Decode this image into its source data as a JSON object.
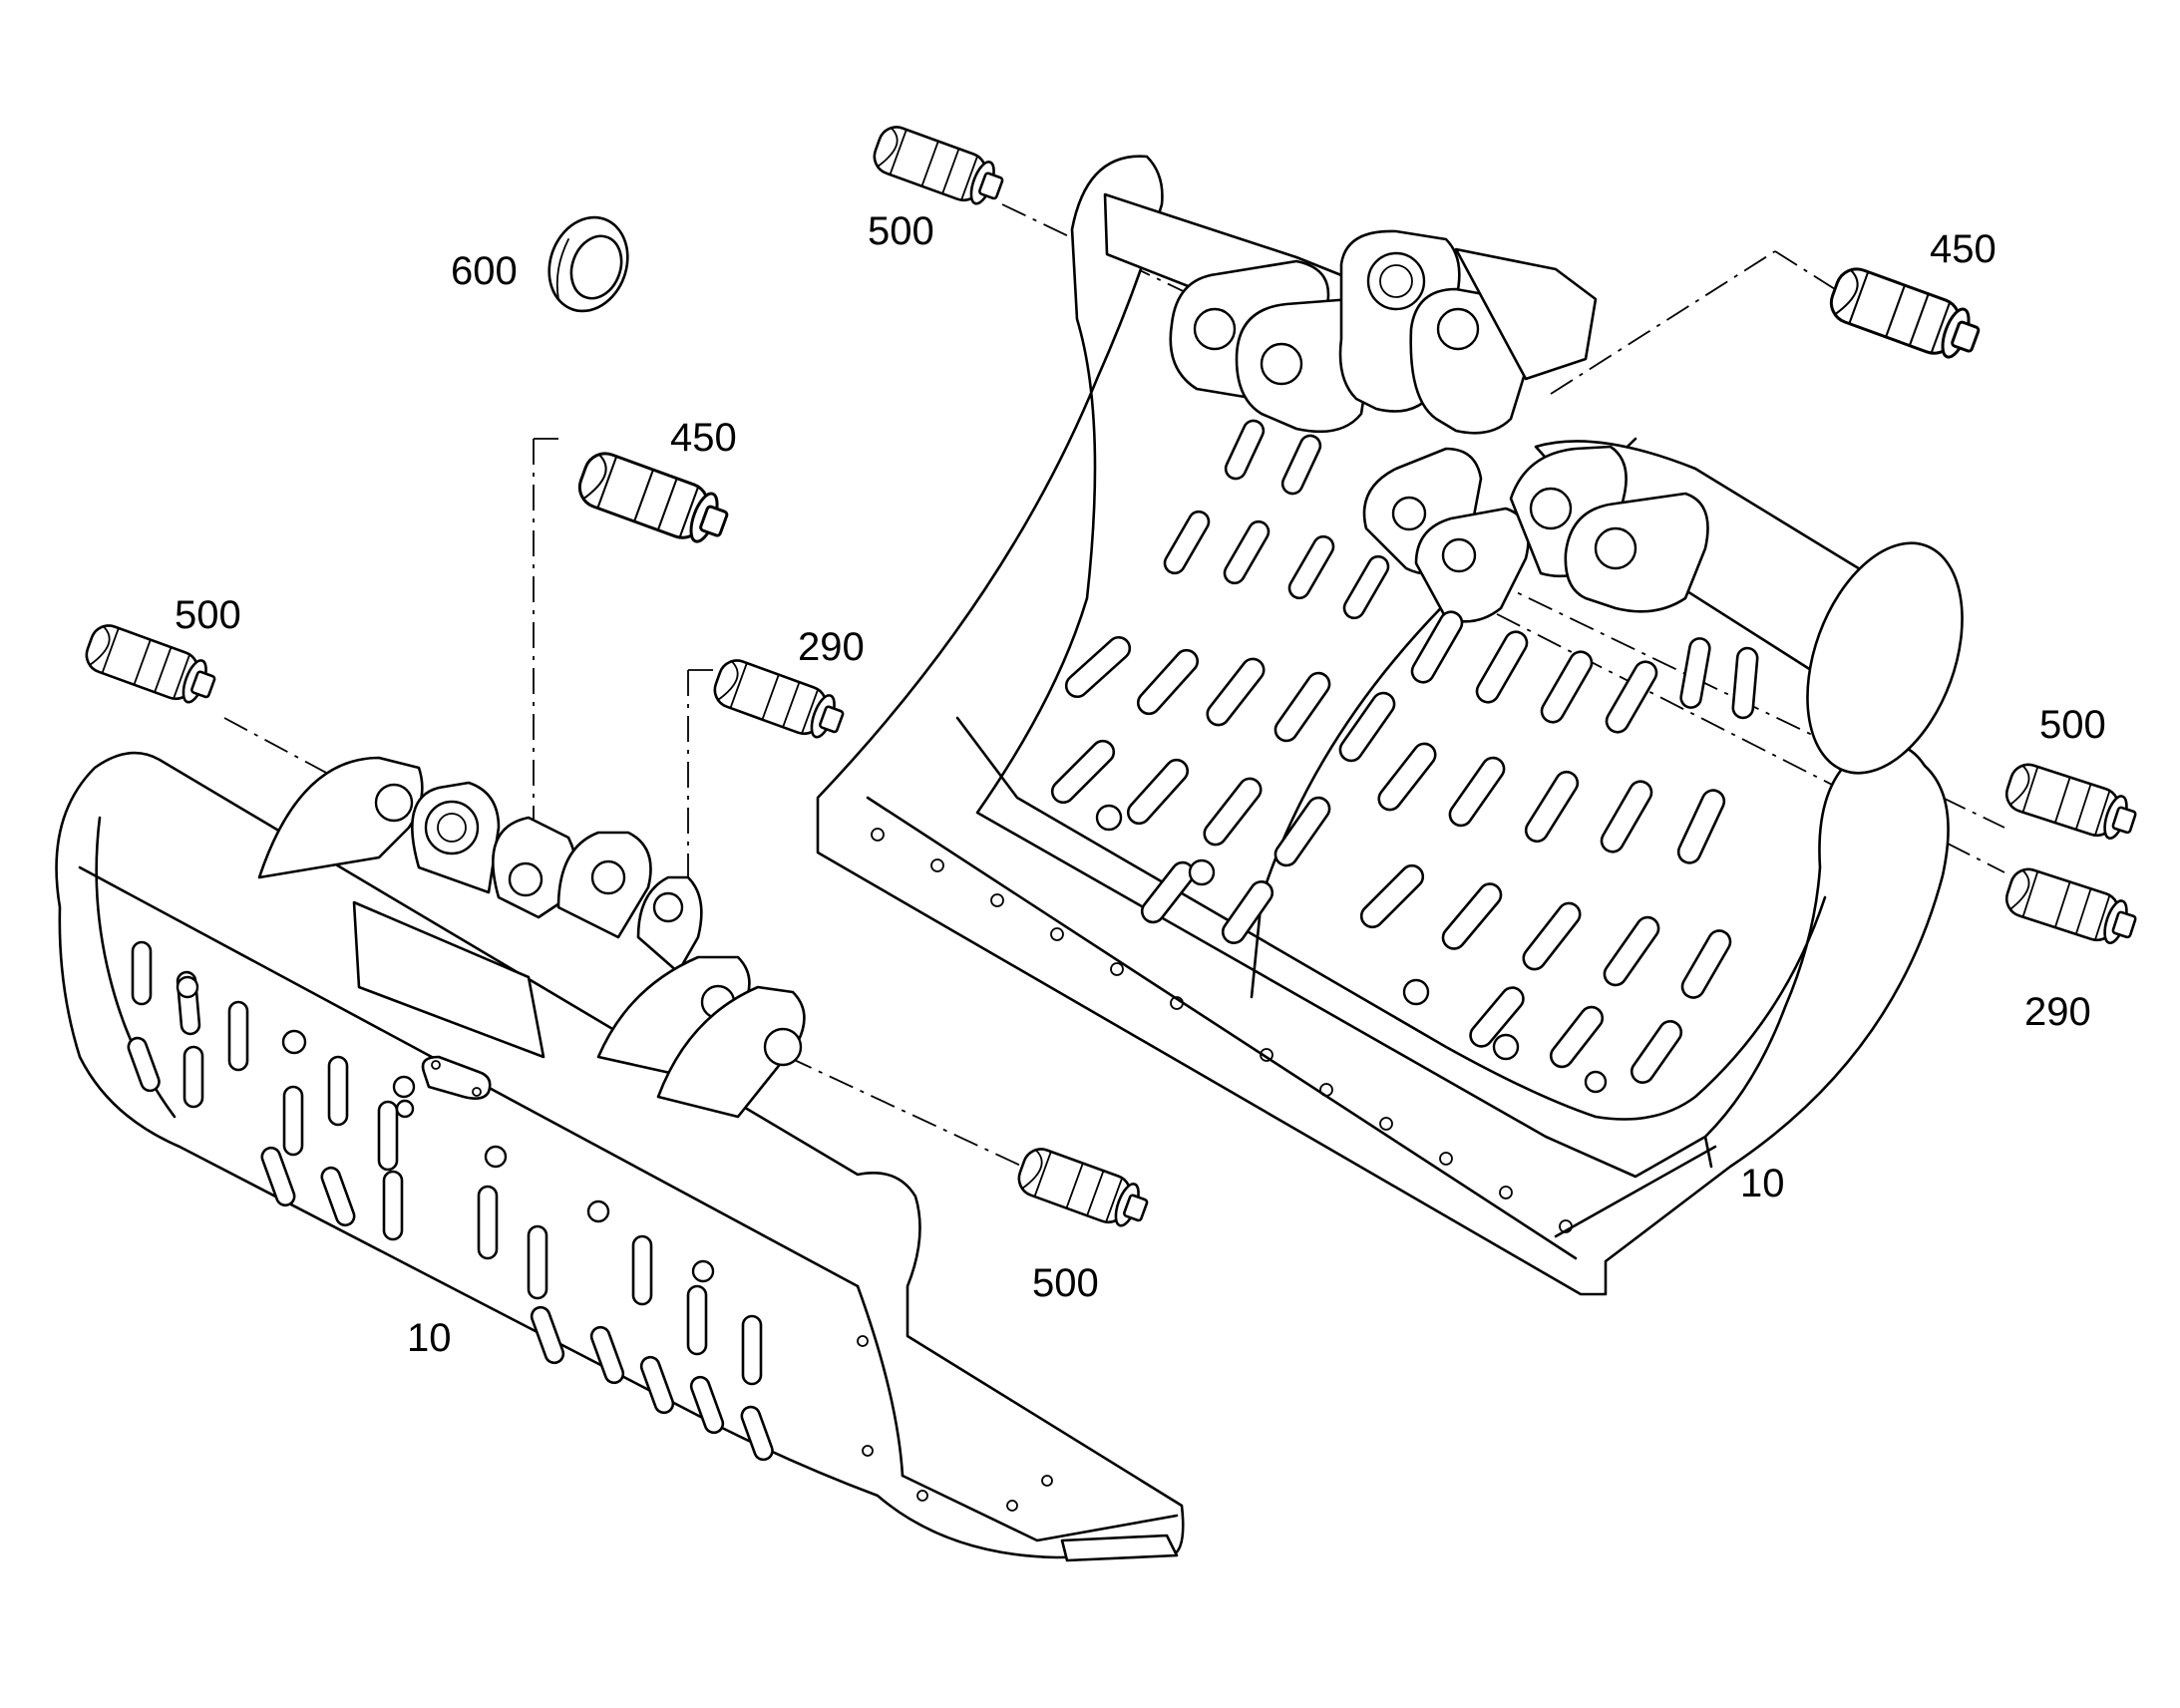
{
  "labels": {
    "c500_top": "500",
    "c600": "600",
    "c450_left": "450",
    "c500_left": "500",
    "c290_mid": "290",
    "c450_right": "450",
    "c500_right": "500",
    "c290_right": "290",
    "c500_bottom": "500",
    "c10_left": "10",
    "c10_right": "10"
  }
}
